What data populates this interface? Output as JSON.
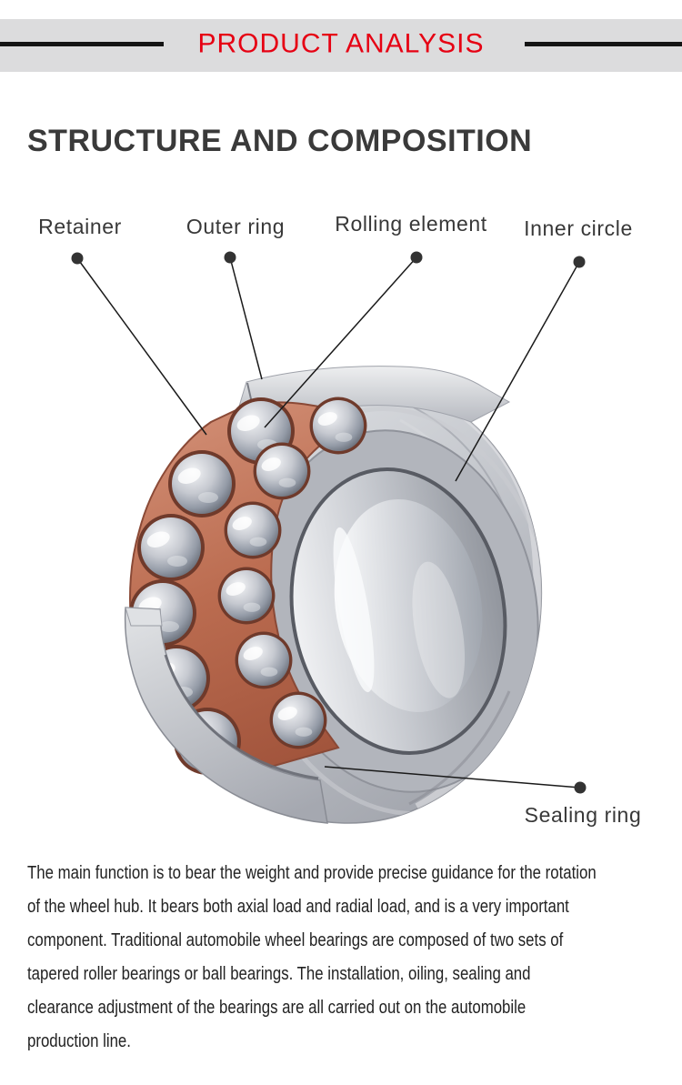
{
  "banner": {
    "title": "PRODUCT ANALYSIS",
    "bg_color": "#dcdcdd",
    "title_color": "#e60113",
    "rule_color": "#141414"
  },
  "section": {
    "title": "STRUCTURE AND COMPOSITION"
  },
  "diagram": {
    "labels": [
      {
        "text": "Retainer"
      },
      {
        "text": "Outer ring"
      },
      {
        "text": "Rolling element"
      },
      {
        "text": "Inner circle"
      },
      {
        "text": "Sealing ring"
      }
    ],
    "colors": {
      "cage": "#c0735a",
      "metal_light": "#dfe1e5",
      "metal_mid": "#b4b7be",
      "metal_dark": "#8b8e96",
      "callout": "#333333"
    }
  },
  "description": {
    "lines": [
      "The main function is to bear the weight and provide precise guidance for the rotation",
      "of the wheel hub. It bears both axial load and radial load, and is a very important",
      "component. Traditional automobile wheel bearings are composed of two sets of",
      "tapered roller bearings or ball bearings. The installation, oiling, sealing and",
      "clearance adjustment of the bearings are all carried out on the automobile",
      "production line."
    ]
  }
}
